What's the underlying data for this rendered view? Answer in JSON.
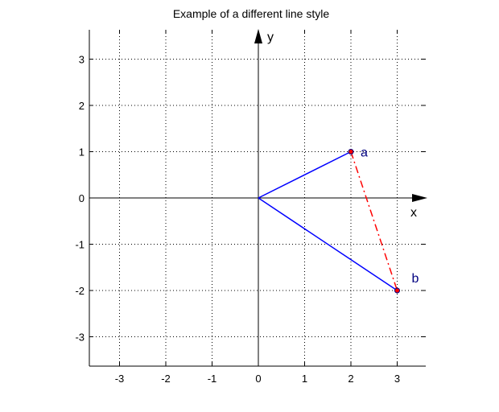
{
  "chart_data": {
    "type": "line",
    "title": "Example of a different line style",
    "xlabel": "x",
    "ylabel": "y",
    "xlim": [
      -3.6,
      3.6
    ],
    "ylim": [
      -3.6,
      3.6
    ],
    "grid": true,
    "grid_style": "dotted",
    "xticks": [
      -3,
      -2,
      -1,
      0,
      1,
      2,
      3
    ],
    "yticks": [
      -3,
      -2,
      -1,
      0,
      1,
      2,
      3
    ],
    "xtick_labels": [
      "-3",
      "-2",
      "-1",
      "0",
      "1",
      "2",
      "3"
    ],
    "ytick_labels": [
      "-3",
      "-2",
      "-1",
      "0",
      "1",
      "2",
      "3"
    ],
    "series": [
      {
        "x": [
          0,
          2
        ],
        "y": [
          0,
          1
        ],
        "color": "#0000ff",
        "style": "solid"
      },
      {
        "x": [
          0,
          3
        ],
        "y": [
          0,
          -2
        ],
        "color": "#0000ff",
        "style": "solid"
      },
      {
        "x": [
          2,
          3
        ],
        "y": [
          1,
          -2
        ],
        "color": "#ff0000",
        "style": "dash-dot"
      }
    ],
    "points": [
      {
        "label": "a",
        "x": 2,
        "y": 1,
        "color": "#000080"
      },
      {
        "label": "b",
        "x": 3,
        "y": -2,
        "color": "#000080"
      }
    ],
    "point_marker_color": "#ff0000",
    "axis_line_color": "#000000"
  }
}
